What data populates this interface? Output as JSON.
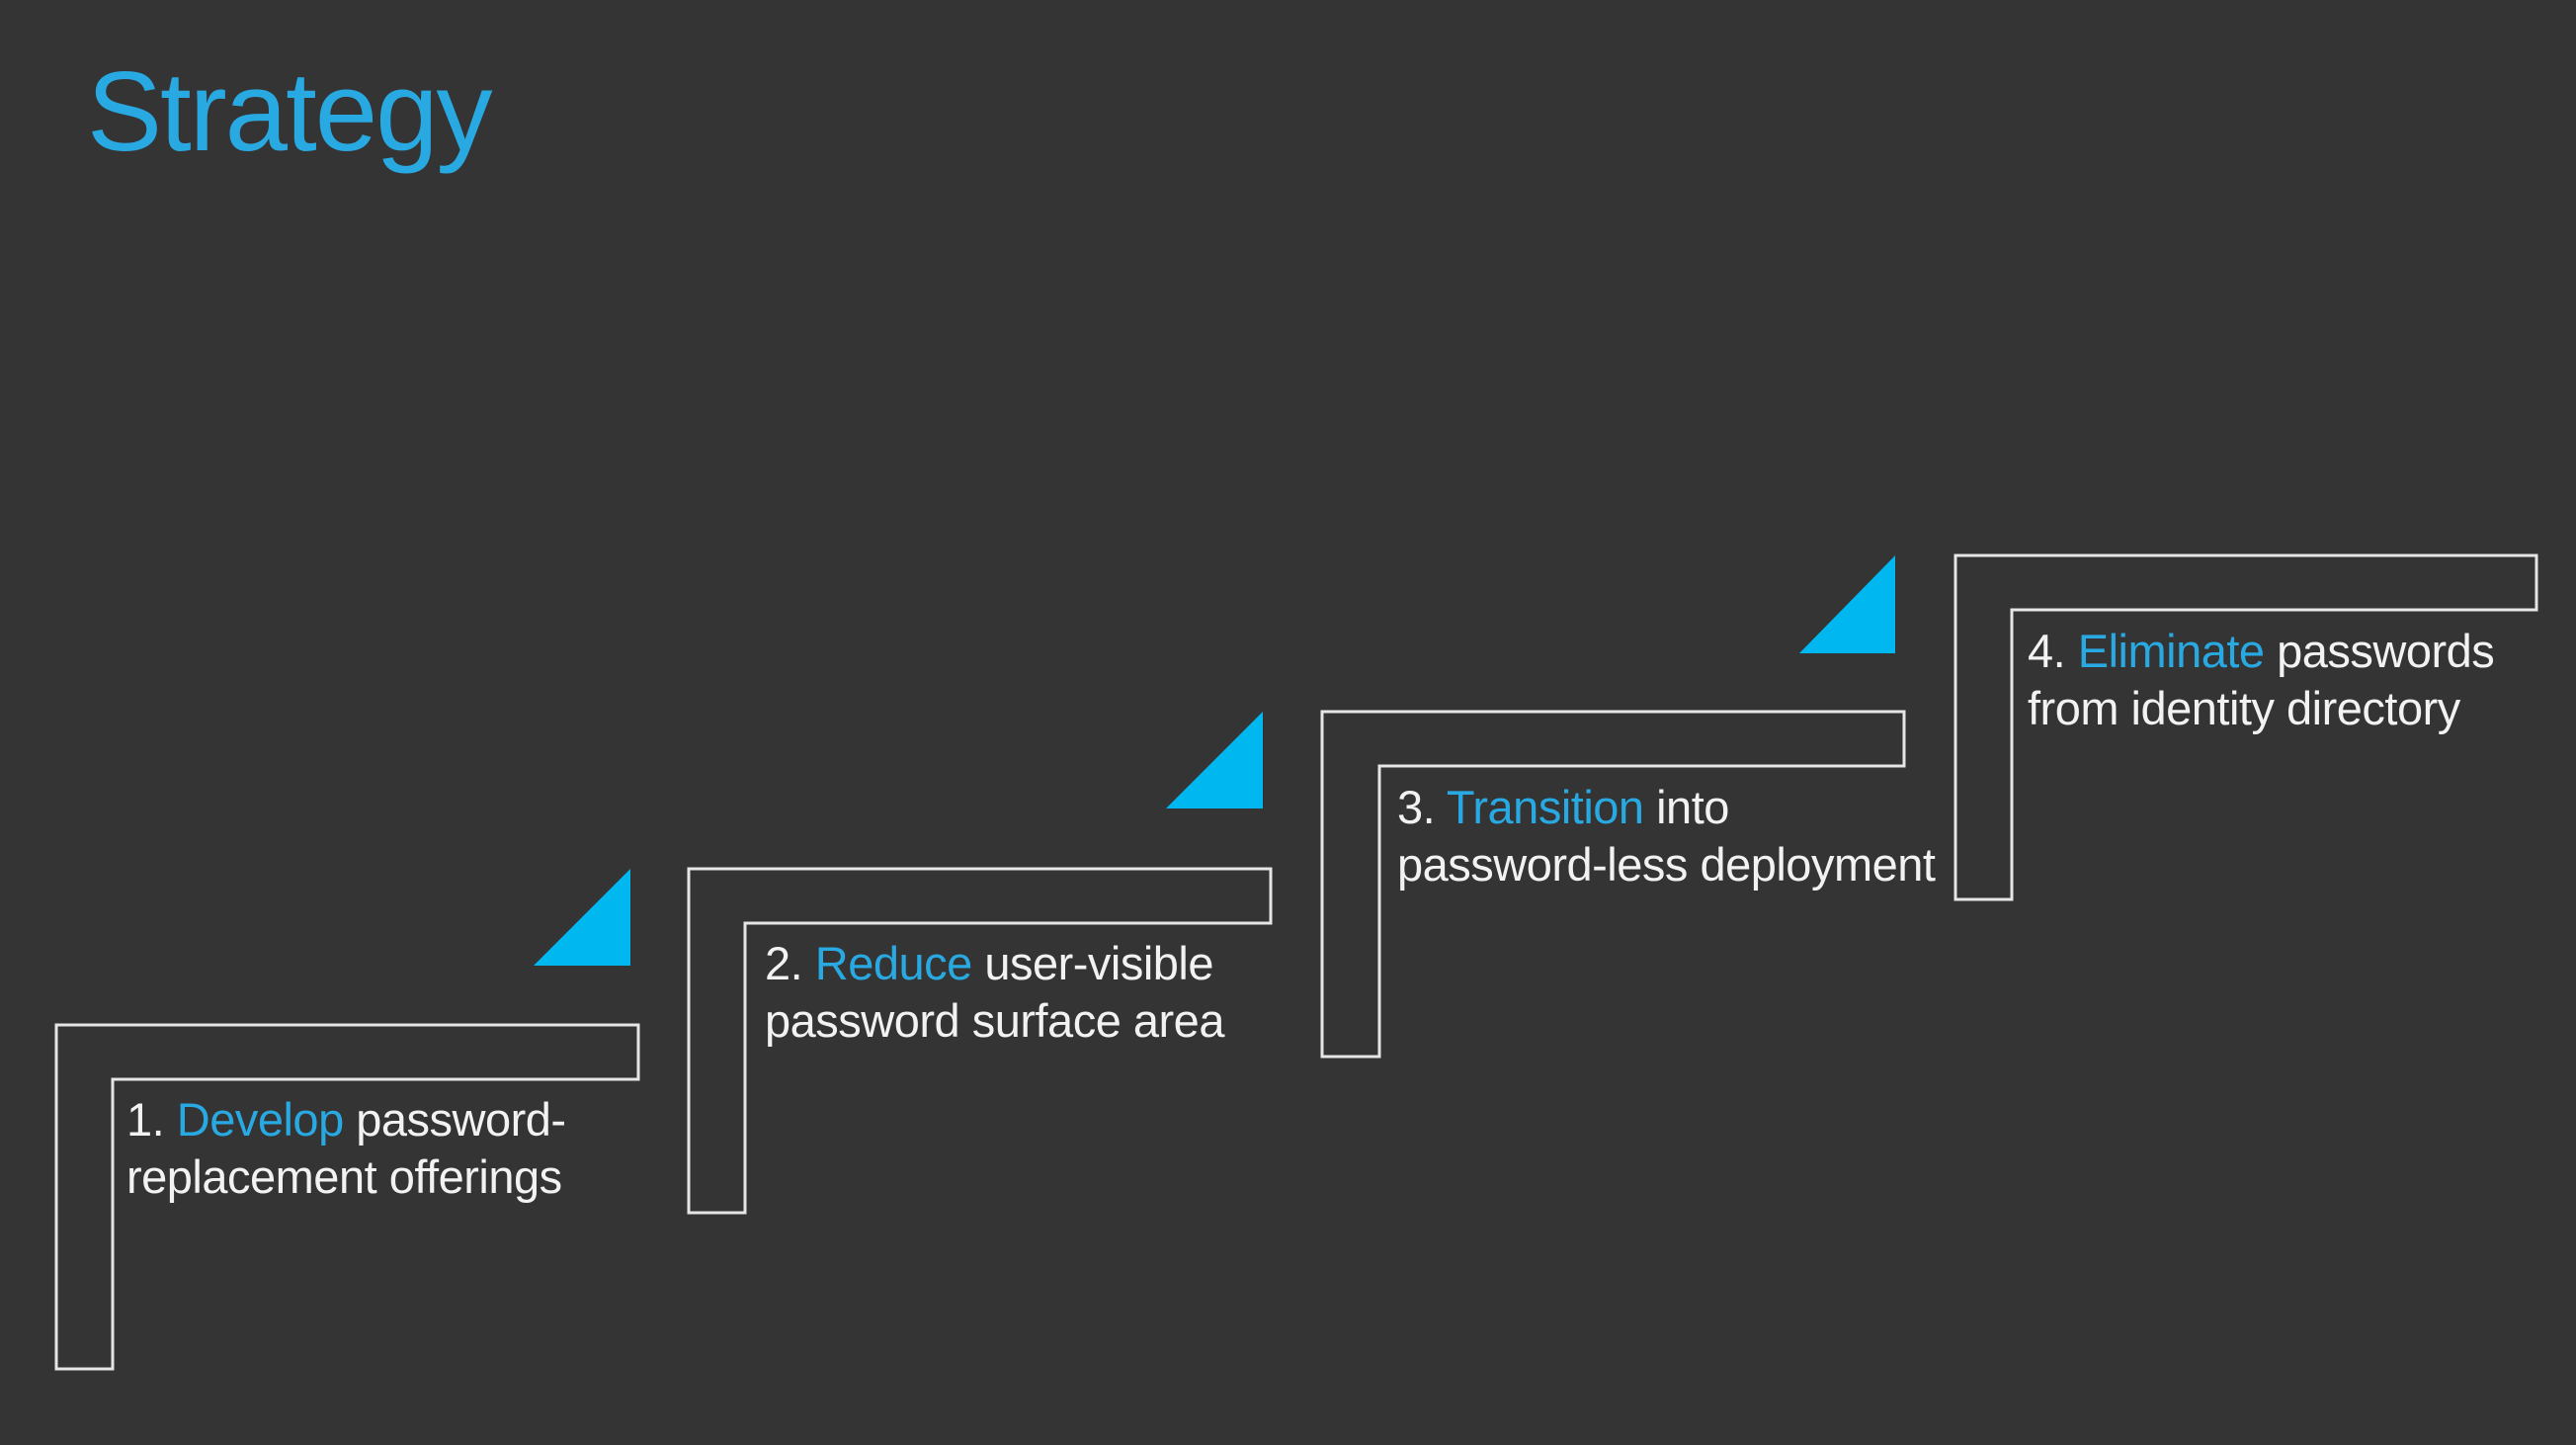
{
  "slide": {
    "title": "Strategy"
  },
  "colors": {
    "background": "#343434",
    "title_blue": "#29A9E1",
    "keyword_blue": "#29A9E1",
    "triangle_blue": "#00B7F0",
    "bracket_outline": "#E6E6E6",
    "body_text": "#F2F2F2"
  },
  "steps": [
    {
      "number": "1.",
      "keyword": "Develop",
      "line1_rest": "password-",
      "line2": "replacement offerings"
    },
    {
      "number": "2.",
      "keyword": "Reduce",
      "line1_rest": "user-visible",
      "line2": "password surface area"
    },
    {
      "number": "3.",
      "keyword": "Transition",
      "line1_rest": "into",
      "line2": "password-less deployment"
    },
    {
      "number": "4.",
      "keyword": "Eliminate",
      "line1_rest": "passwords",
      "line2": "from identity directory"
    }
  ]
}
